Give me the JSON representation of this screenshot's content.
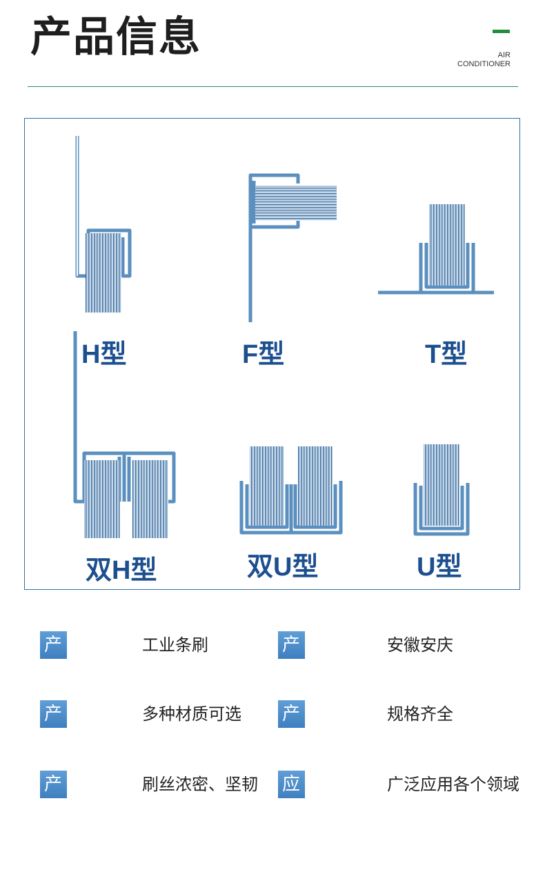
{
  "header": {
    "title": "产品信息",
    "subtitle_line1": "AIR",
    "subtitle_line2": "CONDITIONER",
    "accent_color": "#1f8e3f"
  },
  "diagram": {
    "types": [
      {
        "label": "H型"
      },
      {
        "label": "F型"
      },
      {
        "label": "T型"
      },
      {
        "label": "双H型"
      },
      {
        "label": "双U型"
      },
      {
        "label": "U型"
      }
    ],
    "line_color": "#5a8fbf",
    "label_color": "#1c4f8f"
  },
  "info": [
    {
      "label": "产品名称",
      "value": "工业条刷"
    },
    {
      "label": "产品产地",
      "value": "安徽安庆"
    },
    {
      "label": "产品材质",
      "value": "多种材质可选"
    },
    {
      "label": "产品尺寸",
      "value": "规格齐全"
    },
    {
      "label": "产品特点",
      "value": "刷丝浓密、坚韧"
    },
    {
      "label": "应用范围",
      "value": "广泛应用各个领域"
    }
  ]
}
